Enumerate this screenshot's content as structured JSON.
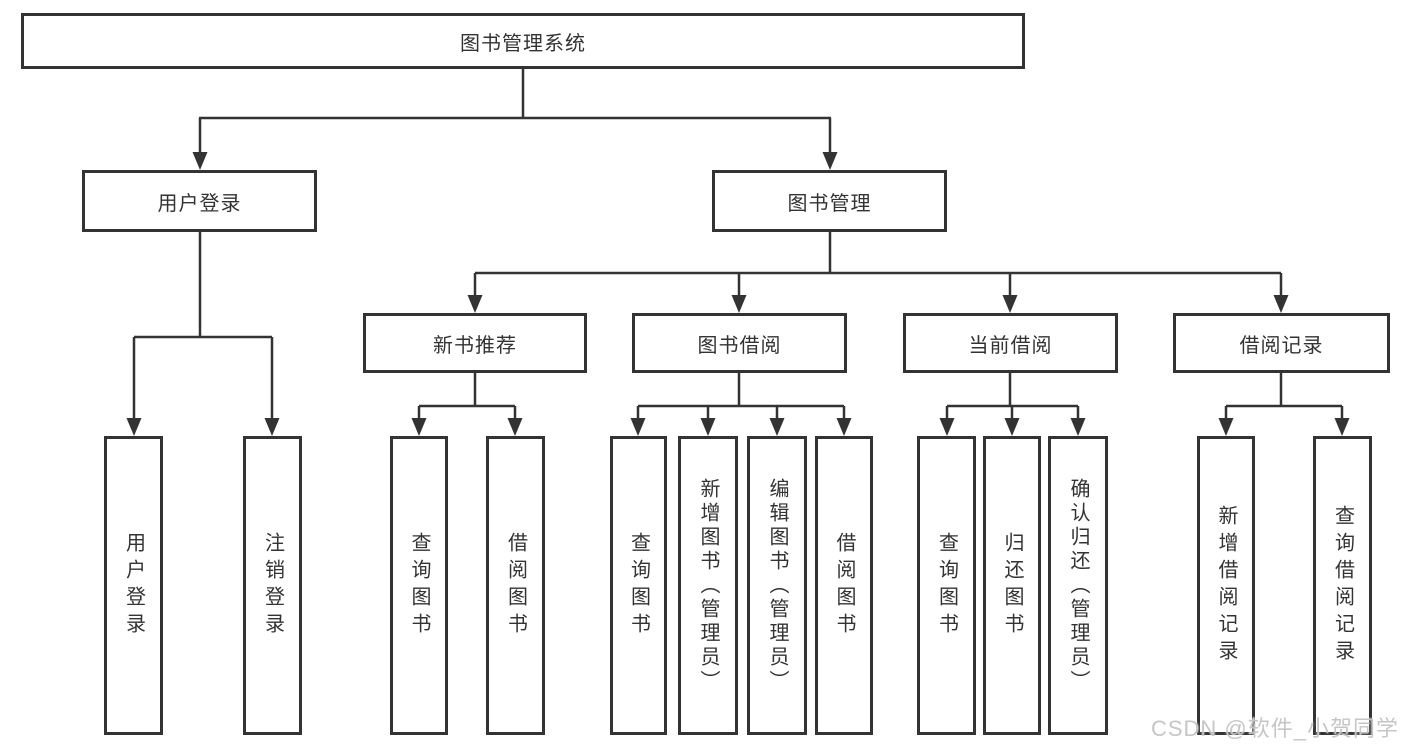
{
  "title": "图书管理系统",
  "watermark": "CSDN @软件_小贺同学",
  "colors": {
    "line": "#333333",
    "box_border": "#333333",
    "text": "#333333",
    "background": "#ffffff",
    "watermark": "#c3c3c3"
  },
  "nodes": {
    "root": {
      "label": "图书管理系统"
    },
    "level2": [
      {
        "label": "用户登录"
      },
      {
        "label": "图书管理"
      }
    ],
    "level3": [
      {
        "parent": "图书管理",
        "label": "新书推荐"
      },
      {
        "parent": "图书管理",
        "label": "图书借阅"
      },
      {
        "parent": "图书管理",
        "label": "当前借阅"
      },
      {
        "parent": "图书管理",
        "label": "借阅记录"
      }
    ],
    "leaves": [
      {
        "parent": "用户登录",
        "label": "用户登录"
      },
      {
        "parent": "用户登录",
        "label": "注销登录"
      },
      {
        "parent": "新书推荐",
        "label": "查询图书"
      },
      {
        "parent": "新书推荐",
        "label": "借阅图书"
      },
      {
        "parent": "图书借阅",
        "label": "查询图书"
      },
      {
        "parent": "图书借阅",
        "label": "新增图书（管理员）"
      },
      {
        "parent": "图书借阅",
        "label": "编辑图书（管理员）"
      },
      {
        "parent": "图书借阅",
        "label": "借阅图书"
      },
      {
        "parent": "当前借阅",
        "label": "查询图书"
      },
      {
        "parent": "当前借阅",
        "label": "归还图书"
      },
      {
        "parent": "当前借阅",
        "label": "确认归还（管理员）"
      },
      {
        "parent": "借阅记录",
        "label": "新增借阅记录"
      },
      {
        "parent": "借阅记录",
        "label": "查询借阅记录"
      }
    ]
  }
}
